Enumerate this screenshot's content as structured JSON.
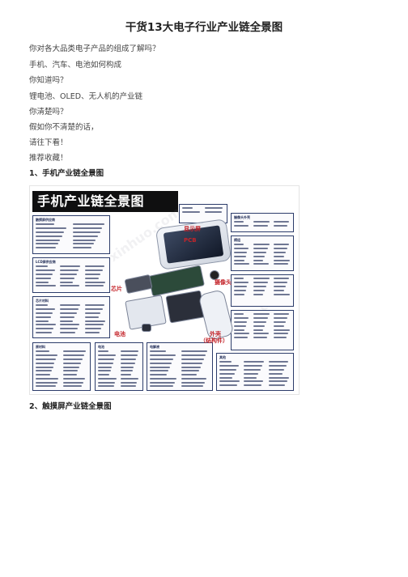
{
  "title": "干货13大电子行业产业链全景图",
  "paragraphs": [
    "你对各大品类电子产品的组成了解吗？",
    "手机、汽车、电池如何构成",
    "你知道吗？",
    "锂电池、OLED、无人机的产业链",
    "你清楚吗？",
    "假如你不清楚的话，",
    "请往下看！",
    "推荐收藏！"
  ],
  "section1": "1、手机产业链全景图",
  "section2": "2、触摸屏产业链全景图",
  "chart": {
    "title": "手机产业链全景图",
    "tags": {
      "display": "显示屏",
      "pcb": "PCB",
      "chip": "芯片",
      "camera": "摄像头",
      "battery": "电池",
      "shell": "外壳",
      "shell_sub": "（结构件）"
    },
    "box_titles": {
      "touch": "触摸屏供应商",
      "lcd": "LCD屏供应商",
      "chip": "芯片材料",
      "material": "原材料",
      "battery": "电池",
      "electronics": "电解液",
      "camera": "摄像头外壳",
      "module": "模组",
      "other": "其他"
    }
  }
}
